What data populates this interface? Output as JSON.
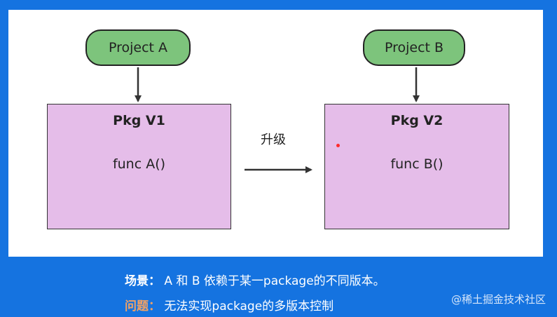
{
  "diagram": {
    "project_a": "Project A",
    "project_b": "Project B",
    "pkg_v1": {
      "title": "Pkg V1",
      "func": "func A()"
    },
    "pkg_v2": {
      "title": "Pkg V2",
      "func": "func B()"
    },
    "upgrade_label": "升级"
  },
  "caption": {
    "scenario_key": "场景：",
    "scenario_text": " A 和 B 依赖于某一package的不同版本。",
    "problem_key": "问题：",
    "problem_text": "  无法实现package的多版本控制"
  },
  "watermark": "@稀土掘金技术社区",
  "colors": {
    "background": "#1573e0",
    "project_fill": "#7dc47c",
    "package_fill": "#e5bde9",
    "problem_accent": "#f2a265"
  }
}
